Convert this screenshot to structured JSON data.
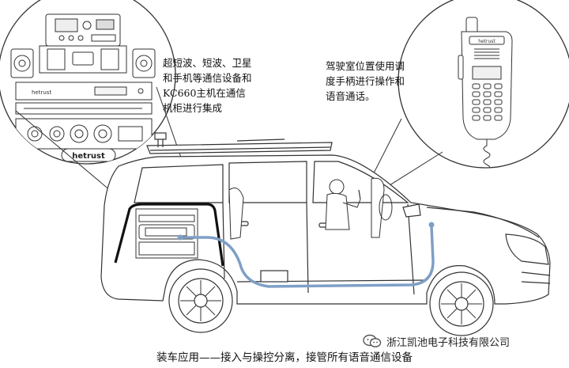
{
  "annotations": {
    "cabinet_note": "超短波、短波、卫星\n和手机等通信设备和\nKC660主机在通信\n机柜进行集成",
    "handset_note": "驾驶室位置使用调\n度手柄进行操作和\n语音通话。"
  },
  "caption": "装车应用——接入与操控分离，接管所有语音通信设备",
  "watermark": "浙江凯池电子科技有限公司",
  "device_labels": {
    "brand": "hetrust"
  },
  "colors": {
    "cable": "#7f9fc6",
    "cabinet_outline": "#111111",
    "line_art": "#333333"
  },
  "icons": {
    "watermark_icon": "wechat-icon"
  }
}
